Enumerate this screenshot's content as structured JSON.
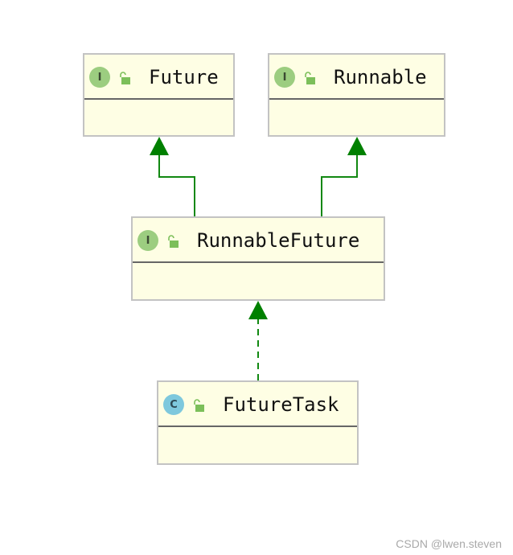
{
  "diagram": {
    "nodes": [
      {
        "id": "future",
        "name": "Future",
        "kind": "interface",
        "badge": "I",
        "icon": "interface-icon"
      },
      {
        "id": "runnable",
        "name": "Runnable",
        "kind": "interface",
        "badge": "I",
        "icon": "interface-icon"
      },
      {
        "id": "runnablefuture",
        "name": "RunnableFuture",
        "kind": "interface",
        "badge": "I",
        "icon": "interface-icon"
      },
      {
        "id": "futuretask",
        "name": "FutureTask",
        "kind": "class",
        "badge": "C",
        "icon": "class-icon"
      }
    ],
    "edges": [
      {
        "from": "runnablefuture",
        "to": "future",
        "type": "extends",
        "style": "solid"
      },
      {
        "from": "runnablefuture",
        "to": "runnable",
        "type": "extends",
        "style": "solid"
      },
      {
        "from": "futuretask",
        "to": "runnablefuture",
        "type": "implements",
        "style": "dashed"
      }
    ],
    "colors": {
      "box_fill": "#fefee4",
      "box_border": "#c3c3c3",
      "edge": "#008000",
      "interface_badge": "#9ccd80",
      "class_badge": "#7ec8dd",
      "lock": "#7cbf5a"
    }
  },
  "watermark": "CSDN @lwen.steven"
}
